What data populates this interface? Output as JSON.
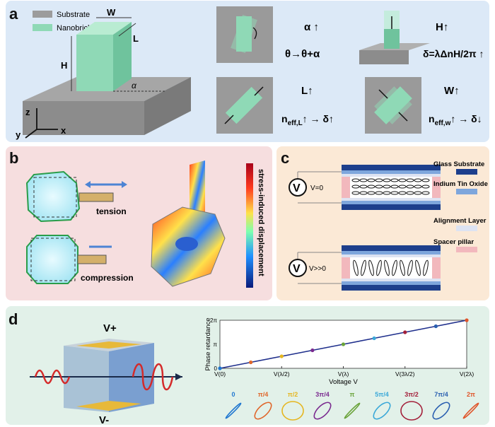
{
  "panel_a": {
    "label": "a",
    "legend_substrate": "Substrate",
    "legend_nanobrick": "Nanobrick",
    "dim_w": "W",
    "dim_l": "L",
    "dim_h": "H",
    "angle": "α",
    "axis_z": "z",
    "axis_y": "y",
    "axis_x": "x",
    "alpha_title": "α ↑",
    "alpha_formula": "θ→θ+α",
    "h_title": "H↑",
    "h_formula": "δ=λΔnH/2π ↑",
    "l_title": "L↑",
    "l_formula_main": "n",
    "l_formula_sub": "eff,L",
    "l_formula_tail": "↑ → δ↑",
    "w_title": "W↑",
    "w_formula_main": "n",
    "w_formula_sub": "eff,w",
    "w_formula_tail": "↑ → δ↓",
    "colors": {
      "substrate": "#9c9c9c",
      "nanobrick": "#8fd9b6"
    }
  },
  "panel_b": {
    "label": "b",
    "tension": "tension",
    "compression": "compression",
    "colorbar_label": "stress-induced displacement"
  },
  "panel_c": {
    "label": "c",
    "voltage_off": "V=0",
    "voltage_on": "V>>0",
    "voltage_symbol": "V",
    "legend": [
      {
        "label": "Glass Substrate",
        "color": "#1d3f8c"
      },
      {
        "label": "Indium Tin Oxide",
        "color": "#7ea6dc"
      },
      {
        "label": "Alignment Layer",
        "color": "#dde3f2"
      },
      {
        "label": "Spacer pillar",
        "color": "#f2b8bd"
      }
    ]
  },
  "panel_d": {
    "label": "d",
    "v_plus": "V+",
    "v_minus": "V-",
    "polarization_labels": [
      {
        "text": "0",
        "color": "#1f77d0"
      },
      {
        "text": "π/4",
        "color": "#e0662a"
      },
      {
        "text": "π/2",
        "color": "#e5b620"
      },
      {
        "text": "3π/4",
        "color": "#7a2a8f"
      },
      {
        "text": "π",
        "color": "#6aa33a"
      },
      {
        "text": "5π/4",
        "color": "#3aa8d8"
      },
      {
        "text": "3π/2",
        "color": "#a3203a"
      },
      {
        "text": "7π/4",
        "color": "#2a5fb0"
      },
      {
        "text": "2π",
        "color": "#e0552a"
      }
    ]
  },
  "chart_data": {
    "type": "line",
    "xlabel": "Voltage V",
    "ylabel": "Phase retardance",
    "x_tick_labels": [
      "V(0)",
      "V(λ/2)",
      "V(λ)",
      "V(3λ/2)",
      "V(2λ)"
    ],
    "y_tick_labels": [
      "0",
      "π",
      "2π"
    ],
    "x": [
      0,
      1,
      2,
      3,
      4,
      5,
      6,
      7,
      8
    ],
    "values": [
      0,
      0.25,
      0.5,
      0.75,
      1.0,
      1.25,
      1.5,
      1.75,
      2.0
    ],
    "ylim": [
      0,
      2
    ],
    "point_colors": [
      "#1f77d0",
      "#e0662a",
      "#e5b620",
      "#7a2a8f",
      "#6aa33a",
      "#3aa8d8",
      "#a3203a",
      "#2a5fb0",
      "#e0552a"
    ],
    "line_color": "#1f2f8c"
  }
}
